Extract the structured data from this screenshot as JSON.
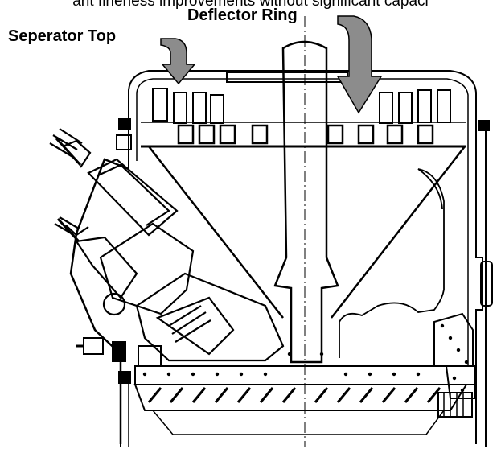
{
  "caption": "ant fineness improvements without significant capaci",
  "labels": {
    "separator_top": "Seperator Top",
    "deflector_ring": "Deflector Ring"
  },
  "colors": {
    "line": "#000000",
    "arrow_fill": "#8c8c8c",
    "background": "#ffffff"
  }
}
